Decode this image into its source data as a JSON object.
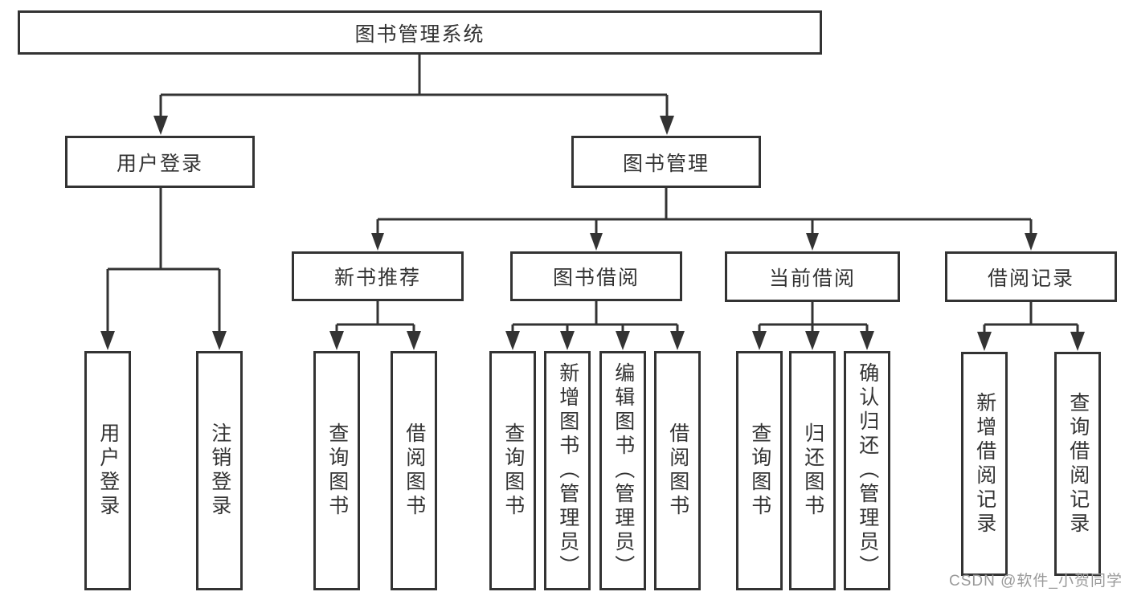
{
  "diagram": {
    "root": {
      "label": "图书管理系统"
    },
    "level2": [
      {
        "label": "用户登录"
      },
      {
        "label": "图书管理"
      }
    ],
    "level3": [
      {
        "label": "新书推荐"
      },
      {
        "label": "图书借阅"
      },
      {
        "label": "当前借阅"
      },
      {
        "label": "借阅记录"
      }
    ],
    "leaves": [
      {
        "label": "用户登录"
      },
      {
        "label": "注销登录"
      },
      {
        "label": "查询图书"
      },
      {
        "label": "借阅图书"
      },
      {
        "label": "查询图书"
      },
      {
        "label": "新增图书（管理员）"
      },
      {
        "label": "编辑图书（管理员）"
      },
      {
        "label": "借阅图书"
      },
      {
        "label": "查询图书"
      },
      {
        "label": "归还图书"
      },
      {
        "label": "确认归还（管理员）"
      },
      {
        "label": "新增借阅记录"
      },
      {
        "label": "查询借阅记录"
      }
    ]
  },
  "watermark": {
    "text": "CSDN @软件_小贺同学"
  },
  "colors": {
    "line": "#333333",
    "text": "#333333",
    "watermark": "#9a9a9a",
    "background": "#ffffff"
  }
}
